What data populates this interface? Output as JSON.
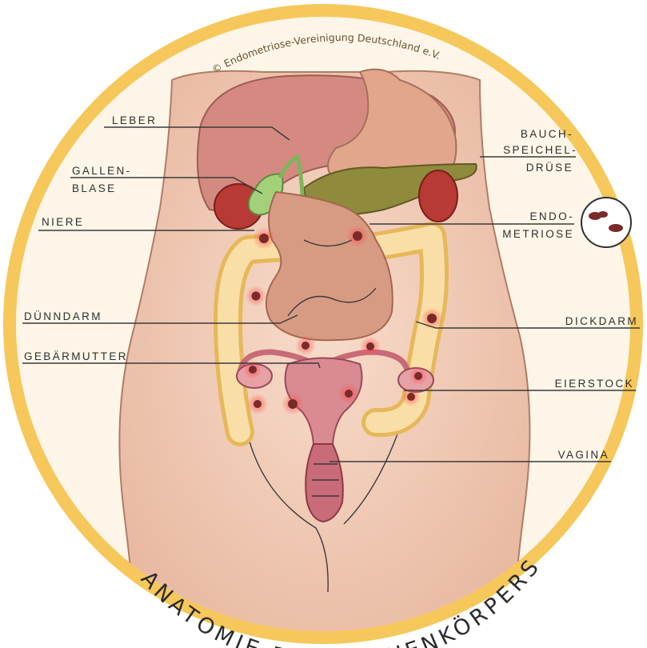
{
  "copyright": "© Endometriose-Vereinigung Deutschland e.V.",
  "title": "ANATOMIE DES FRAUENKÖRPERS",
  "labels": {
    "leber": "LEBER",
    "gallenblase_1": "GALLEN-",
    "gallenblase_2": "BLASE",
    "niere": "NIERE",
    "duenndarm": "DÜNNDARM",
    "gebaermutter": "GEBÄRMUTTER",
    "bauchspeicheldruese_1": "BAUCH-",
    "bauchspeicheldruese_2": "SPEICHEL-",
    "bauchspeicheldruese_3": "DRÜSE",
    "endometriose_1": "ENDO-",
    "endometriose_2": "METRIOSE",
    "dickdarm": "DICKDARM",
    "eierstock": "EIERSTOCK",
    "vagina": "VAGINA"
  },
  "colors": {
    "border_ring": "#f6c75a",
    "background_disc": "#fdf5e6",
    "skin": "#f2cdb8",
    "liver": "#d48a80",
    "stomach": "#e2a68c",
    "pancreas": "#8f8a3c",
    "gallbladder": "#a3d17a",
    "kidney": "#b83a34",
    "colon": "#f7d79a",
    "small_intestine": "#d79b83",
    "uterus": "#d98a92",
    "lesion": "#7a2a2a",
    "lesion_glow": "#f06b6b"
  }
}
